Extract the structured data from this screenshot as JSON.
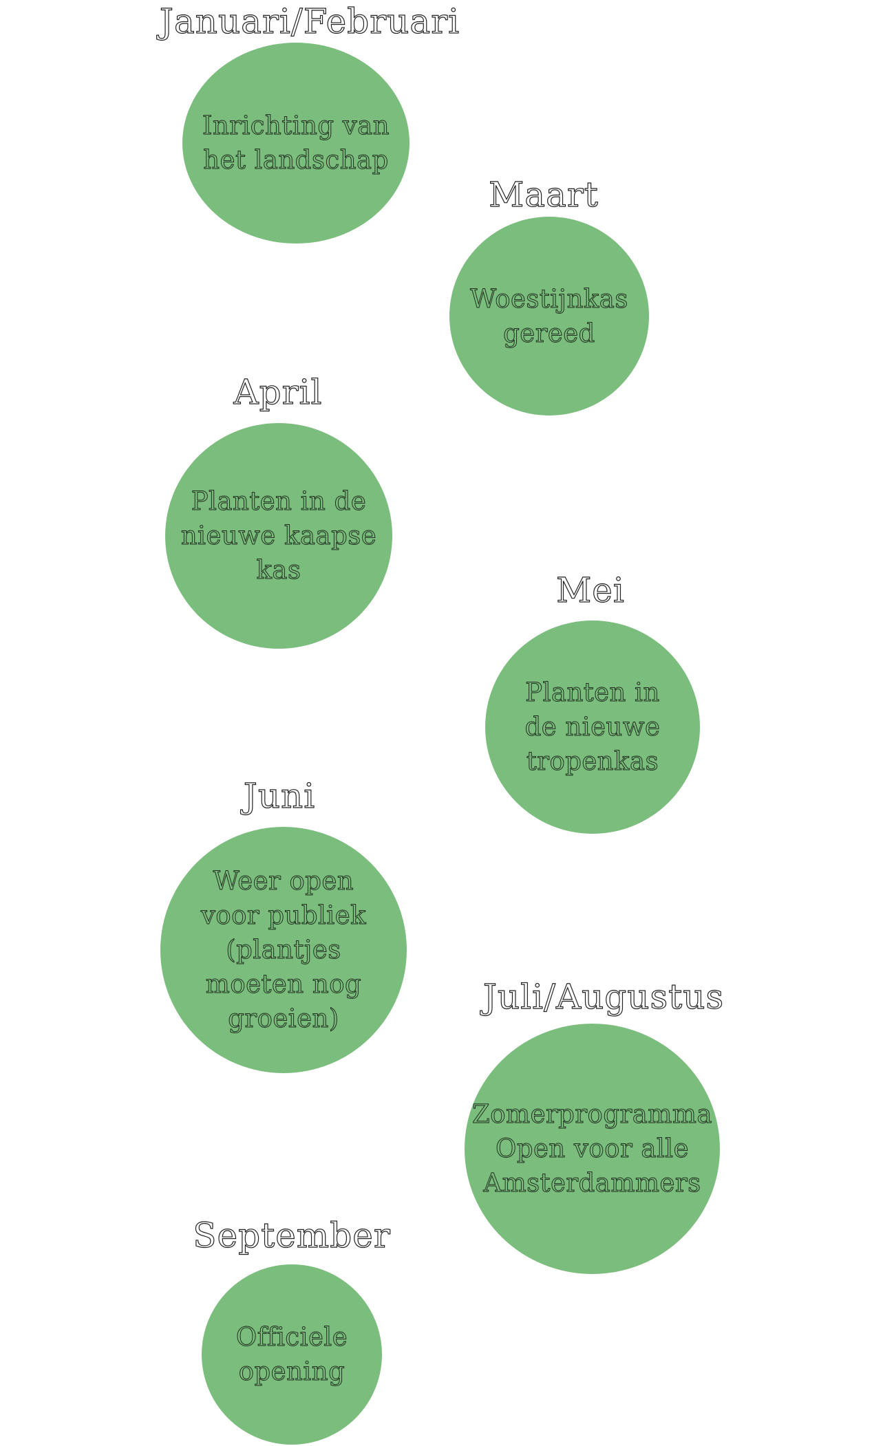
{
  "milestones": [
    {
      "month": "Januari/Februari",
      "text": "Inrichting van\nhet landschap"
    },
    {
      "month": "Maart",
      "text": "Woestijnkas\ngereed"
    },
    {
      "month": "April",
      "text": "Planten in de\nnieuwe kaapse\nkas"
    },
    {
      "month": "Mei",
      "text": "Planten in\nde nieuwe\ntropenkas"
    },
    {
      "month": "Juni",
      "text": "Weer open\nvoor publiek\n(plantjes\nmoeten nog\ngroeien)"
    },
    {
      "month": "Juli/Augustus",
      "text": "Zomerprogramma\nOpen voor alle\nAmsterdammers"
    },
    {
      "month": "September",
      "text": "Officiele\nopening"
    }
  ],
  "colors": {
    "circle_fill": "#7bbd7c",
    "text_outline": "#222222"
  }
}
